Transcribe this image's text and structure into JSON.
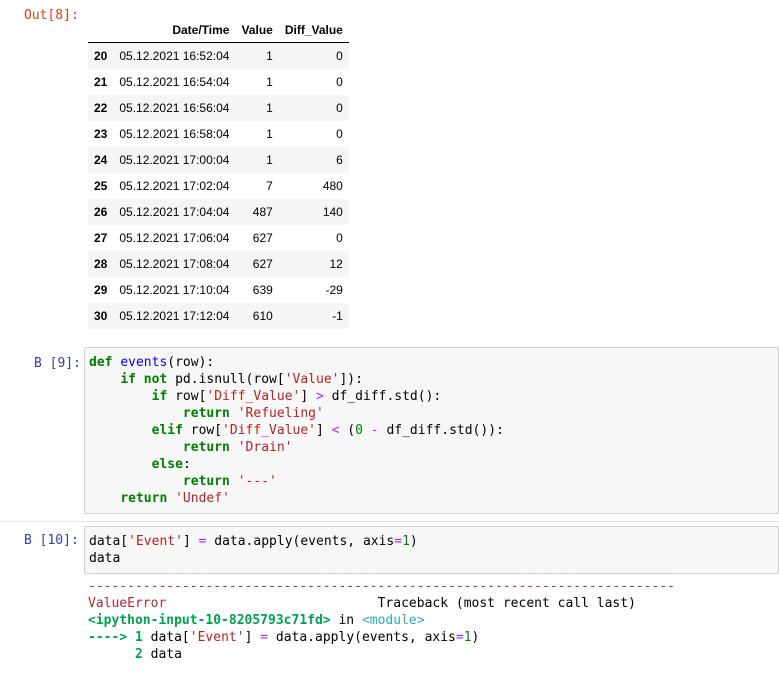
{
  "out8": {
    "prompt": "Out[8]:",
    "columns": [
      "Date/Time",
      "Value",
      "Diff_Value"
    ],
    "rows": [
      {
        "index": "20",
        "datetime": "05.12.2021 16:52:04",
        "value": "1",
        "diff": "0"
      },
      {
        "index": "21",
        "datetime": "05.12.2021 16:54:04",
        "value": "1",
        "diff": "0"
      },
      {
        "index": "22",
        "datetime": "05.12.2021 16:56:04",
        "value": "1",
        "diff": "0"
      },
      {
        "index": "23",
        "datetime": "05.12.2021 16:58:04",
        "value": "1",
        "diff": "0"
      },
      {
        "index": "24",
        "datetime": "05.12.2021 17:00:04",
        "value": "1",
        "diff": "6"
      },
      {
        "index": "25",
        "datetime": "05.12.2021 17:02:04",
        "value": "7",
        "diff": "480"
      },
      {
        "index": "26",
        "datetime": "05.12.2021 17:04:04",
        "value": "487",
        "diff": "140"
      },
      {
        "index": "27",
        "datetime": "05.12.2021 17:06:04",
        "value": "627",
        "diff": "0"
      },
      {
        "index": "28",
        "datetime": "05.12.2021 17:08:04",
        "value": "627",
        "diff": "12"
      },
      {
        "index": "29",
        "datetime": "05.12.2021 17:10:04",
        "value": "639",
        "diff": "-29"
      },
      {
        "index": "30",
        "datetime": "05.12.2021 17:12:04",
        "value": "610",
        "diff": "-1"
      }
    ]
  },
  "cell9": {
    "prompt": "В [9]:",
    "t": {
      "def": "def",
      "events": "events",
      "l1rest": "(row):",
      "if": "if",
      "not": "not",
      "l2rest": "pd.isnull(row[",
      "s_value": "'Value'",
      "l2end": "]):",
      "l3a": "row[",
      "s_diff": "'Diff_Value'",
      "l3b": "] ",
      "gt": ">",
      "l3c": " df_diff.std():",
      "return": "return",
      "s_refuel": "'Refueling'",
      "elif": "elif",
      "lt": "<",
      "l5c": " (",
      "zero": "0",
      "minus": "-",
      "l5d": " df_diff.std()):",
      "s_drain": "'Drain'",
      "else": "else",
      "colon": ":",
      "s_dash": "'---'",
      "s_undef": "'Undef'"
    }
  },
  "cell10": {
    "prompt": "В [10]:",
    "t": {
      "data": "data[",
      "s_event": "'Event'",
      "eq": "=",
      "apply": "data.apply(events, axis",
      "one": "1",
      "close": ")",
      "line2": "data"
    }
  },
  "error": {
    "dashes": "---------------------------------------------------------------------------",
    "error_name": "ValueError",
    "traceback": "Traceback (most recent call last)",
    "input_file": "<ipython-input-10-8205793c71fd>",
    "in_word": "in",
    "module": "<module>",
    "arrow": "---->",
    "line1_num": "1",
    "line2_num": "2",
    "line2_text": "data"
  },
  "colors": {
    "out_prompt": "#d84315",
    "in_prompt": "#303f9f",
    "keyword": "#008000",
    "string": "#ba2121",
    "function": "#0000ff",
    "operator": "#aa22ff",
    "error_red": "#b22b31",
    "error_green": "#00a250",
    "error_cyan": "#26b0b5"
  }
}
